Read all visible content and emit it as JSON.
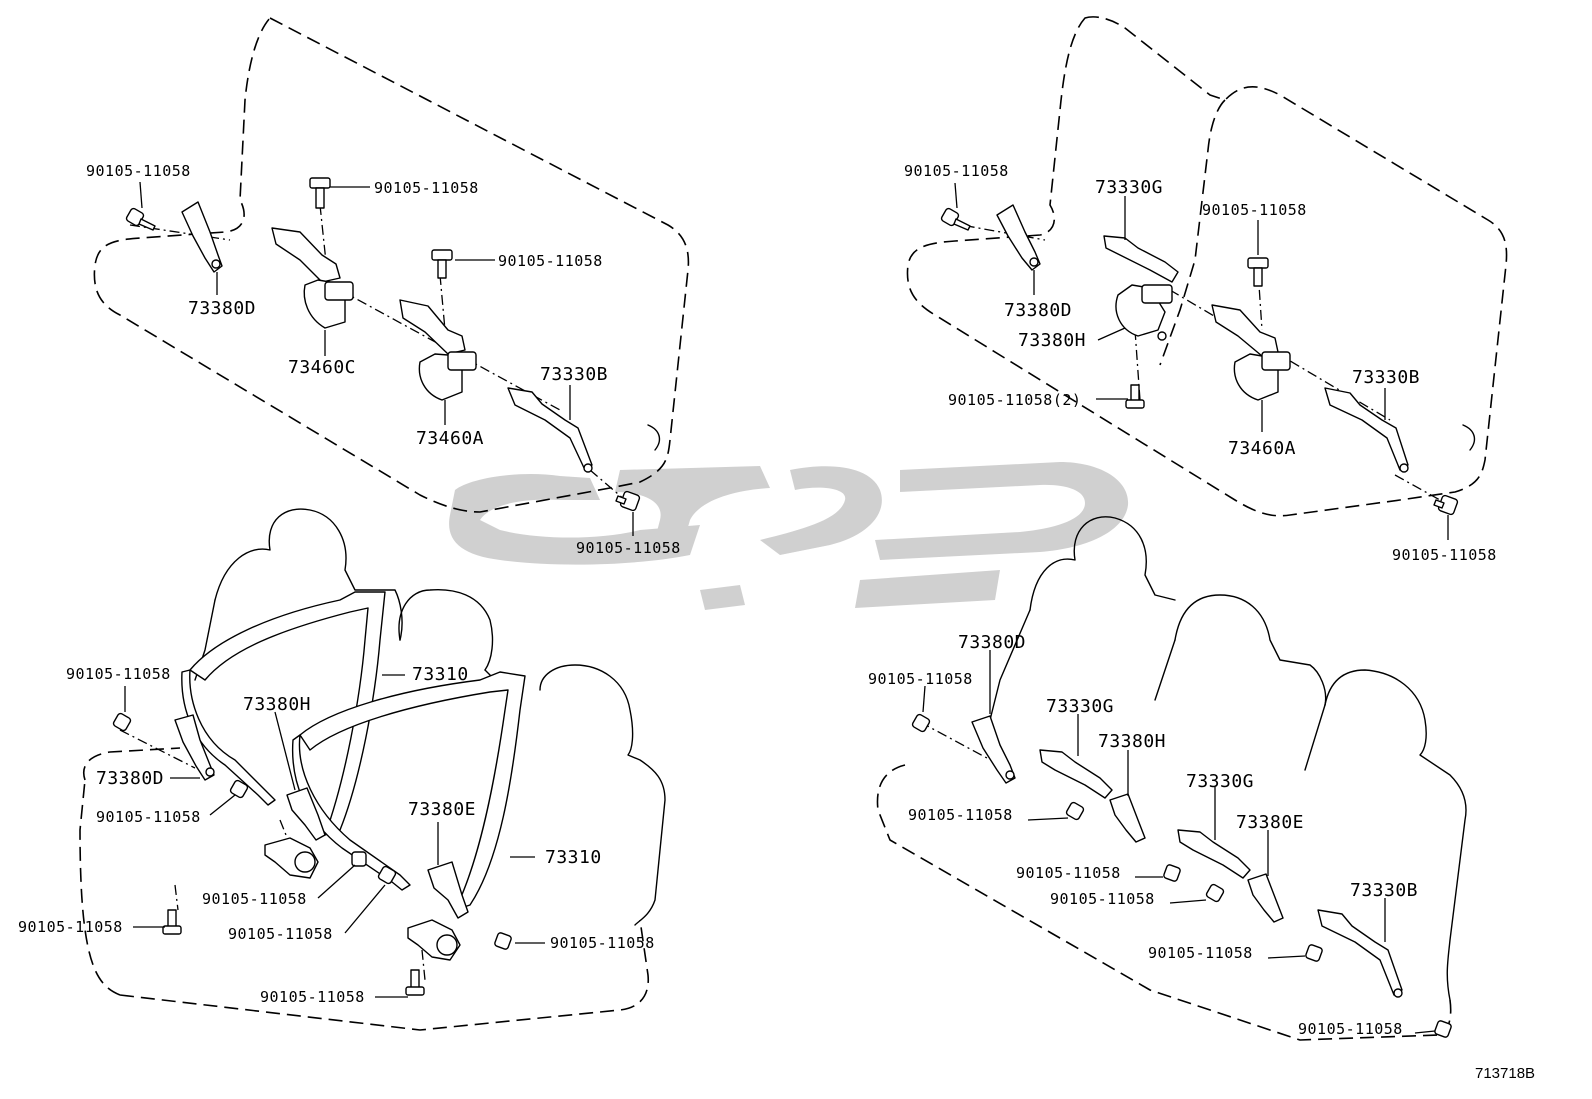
{
  "diagram_code": "713718B",
  "watermark": "logo",
  "top_left": {
    "bolt_left": "90105-11058",
    "bolt_top": "90105-11058",
    "bolt_mid": "90105-11058",
    "bolt_bottom": "90105-11058",
    "buckle_left": "73380D",
    "buckle_center": "73460C",
    "buckle_right": "73460A",
    "belt_right": "73330B"
  },
  "top_right": {
    "bolt_left": "90105-11058",
    "bolt_mid": "90105-11058",
    "bolt_center": "90105-11058(2)",
    "bolt_bottom": "90105-11058",
    "belt_center": "73330G",
    "buckle_left": "73380D",
    "buckle_center": "73380H",
    "buckle_right": "73460A",
    "belt_right": "73330B"
  },
  "bottom_left": {
    "bolt_left": "90105-11058",
    "bolt_mid_left": "90105-11058",
    "bolt_center": "90105-11058",
    "bolt_center_low": "90105-11058",
    "bolt_far_left": "90105-11058",
    "bolt_right": "90105-11058",
    "bolt_bottom": "90105-11058",
    "buckle_left": "73380D",
    "buckle_center": "73380H",
    "buckle_right": "73380E",
    "belt_upper": "73310",
    "belt_lower": "73310"
  },
  "bottom_right": {
    "bolt_left": "90105-11058",
    "bolt_2": "90105-11058",
    "bolt_3": "90105-11058",
    "bolt_4": "90105-11058",
    "bolt_5": "90105-11058",
    "bolt_6": "90105-11058",
    "buckle_left": "73380D",
    "belt_g1": "73330G",
    "buckle_h": "73380H",
    "belt_g2": "73330G",
    "buckle_e": "73380E",
    "belt_b": "73330B"
  }
}
